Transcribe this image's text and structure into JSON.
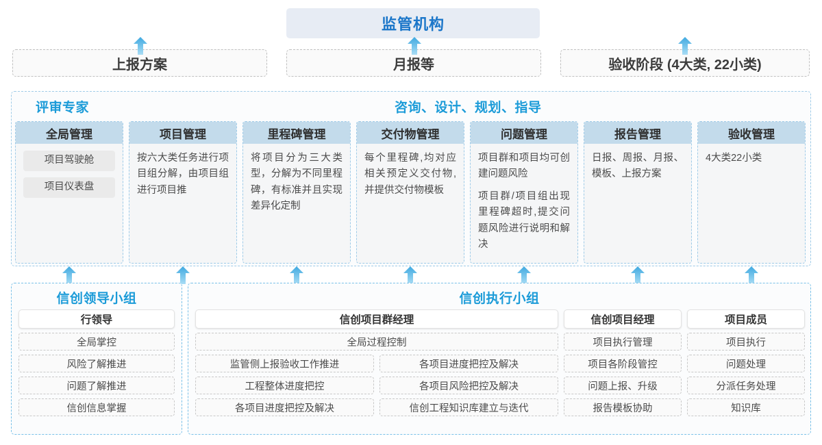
{
  "top": {
    "regulator_label": "监管机构",
    "report_boxes": [
      {
        "label": "上报方案"
      },
      {
        "label": "月报等"
      },
      {
        "label": "验收阶段 (4大类, 22小类)"
      }
    ]
  },
  "middle": {
    "group_labels": {
      "review": "评审专家",
      "consult": "咨询、设计、规划、指导"
    },
    "columns": [
      {
        "header": "全局管理",
        "pills": [
          "项目驾驶舱",
          "项目仪表盘"
        ],
        "paragraphs": []
      },
      {
        "header": "项目管理",
        "pills": [],
        "paragraphs": [
          "按六大类任务进行项目组分解，由项目组进行项目推"
        ]
      },
      {
        "header": "里程碑管理",
        "pills": [],
        "paragraphs": [
          "将项目分为三大类型，分解为不同里程碑，有标准并且实现差异化定制"
        ]
      },
      {
        "header": "交付物管理",
        "pills": [],
        "paragraphs": [
          "每个里程碑,均对应相关预定义交付物,并提供交付物模板"
        ]
      },
      {
        "header": "问题管理",
        "pills": [],
        "paragraphs": [
          "项目群和项目均可创建问题风险",
          "项目群/项目组出现里程碑超时,提交问题风险进行说明和解决"
        ]
      },
      {
        "header": "报告管理",
        "pills": [],
        "paragraphs": [
          "日报、周报、月报、模板、上报方案"
        ]
      },
      {
        "header": "验收管理",
        "pills": [],
        "paragraphs": [
          "4大类22小类"
        ]
      }
    ]
  },
  "bottom": {
    "leadership": {
      "title": "信创领导小组",
      "role": "行领导",
      "tasks": [
        "全局掌控",
        "风险了解推进",
        "问题了解推进",
        "信创信息掌握"
      ]
    },
    "execution": {
      "title": "信创执行小组",
      "program_manager": {
        "role": "信创项目群经理",
        "full_width_task": "全局过程控制",
        "left_tasks": [
          "监管侧上报验收工作推进",
          "工程整体进度把控",
          "各项目进度把控及解决"
        ],
        "right_tasks": [
          "各项目进度把控及解决",
          "各项目风险把控及解决",
          "信创工程知识库建立与迭代"
        ]
      },
      "project_manager": {
        "role": "信创项目经理",
        "tasks": [
          "项目执行管理",
          "项目各阶段管控",
          "问题上报、升级",
          "报告模板协助"
        ]
      },
      "project_member": {
        "role": "项目成员",
        "tasks": [
          "项目执行",
          "问题处理",
          "分派任务处理",
          "知识库"
        ]
      }
    }
  },
  "colors": {
    "accent_blue": "#1b9bd8",
    "title_blue": "#1b76c9",
    "header_fill": "#c3dbeb",
    "regulator_fill": "#e7ecf4",
    "arrow_blue": "#3fa9e0"
  }
}
